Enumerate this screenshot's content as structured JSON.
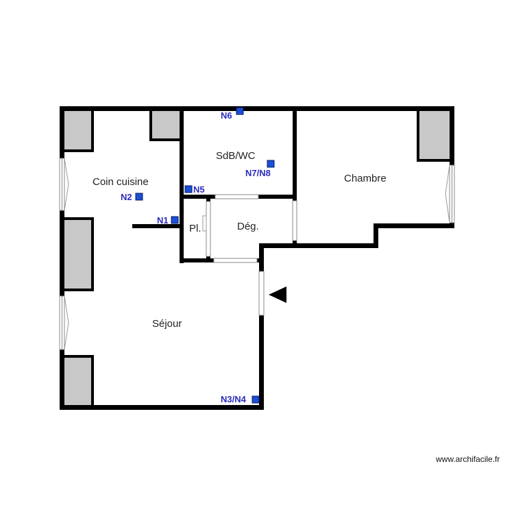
{
  "rooms": {
    "kitchen": "Coin cuisine",
    "bathroom": "SdB/WC",
    "bedroom": "Chambre",
    "placard": "Pl.",
    "hall": "Dég.",
    "living": "Séjour"
  },
  "markers": {
    "n1": "N1",
    "n2": "N2",
    "n3n4": "N3/N4",
    "n5": "N5",
    "n6": "N6",
    "n7n8": "N7/N8"
  },
  "credit": "www.archifacile.fr",
  "colors": {
    "wall": "#000000",
    "pillar": "#c8c8c8",
    "marker": "#1a4fd8",
    "marker_label": "#2b2bbf"
  },
  "icons": {
    "entrance": "entrance-arrow-icon"
  }
}
